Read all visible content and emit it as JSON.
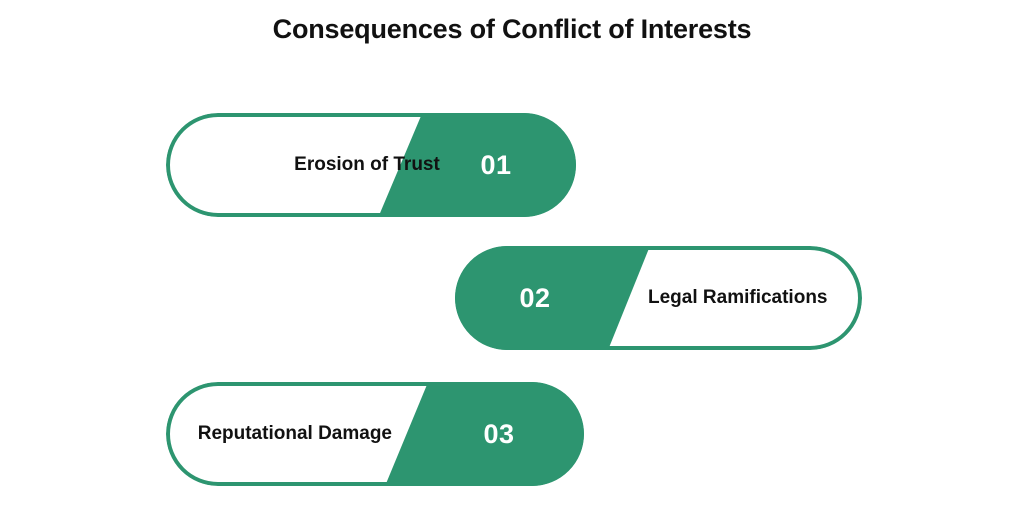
{
  "page": {
    "title": "Consequences of Conflict of Interests",
    "background_color": "#ffffff",
    "accent_color": "#2d9570",
    "text_color": "#111111",
    "number_text_color": "#ffffff"
  },
  "items": [
    {
      "number": "01",
      "label": "Erosion of Trust",
      "number_side": "right"
    },
    {
      "number": "02",
      "label": "Legal Ramifications",
      "number_side": "left"
    },
    {
      "number": "03",
      "label": "Reputational Damage",
      "number_side": "right"
    }
  ]
}
